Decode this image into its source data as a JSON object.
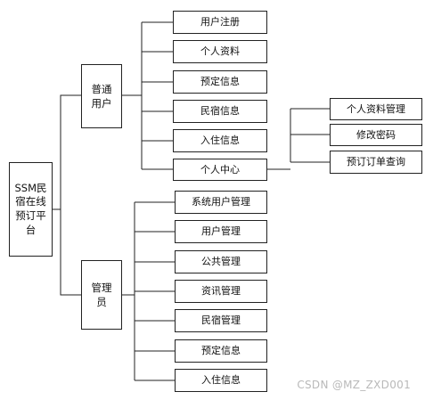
{
  "root": "SSM民宿在线预订平台",
  "branches": [
    {
      "label": "普通用户",
      "children": [
        "用户注册",
        "个人资料",
        "预定信息",
        "民宿信息",
        "入住信息",
        "个人中心"
      ]
    },
    {
      "label": "管理员",
      "children": [
        "系统用户管理",
        "用户管理",
        "公共管理",
        "资讯管理",
        "民宿管理",
        "预定信息",
        "入住信息"
      ]
    }
  ],
  "sub_branch": {
    "parent": "个人中心",
    "children": [
      "个人资料管理",
      "修改密码",
      "预订订单查询"
    ]
  },
  "watermark": "CSDN @MZ_ZXD001"
}
